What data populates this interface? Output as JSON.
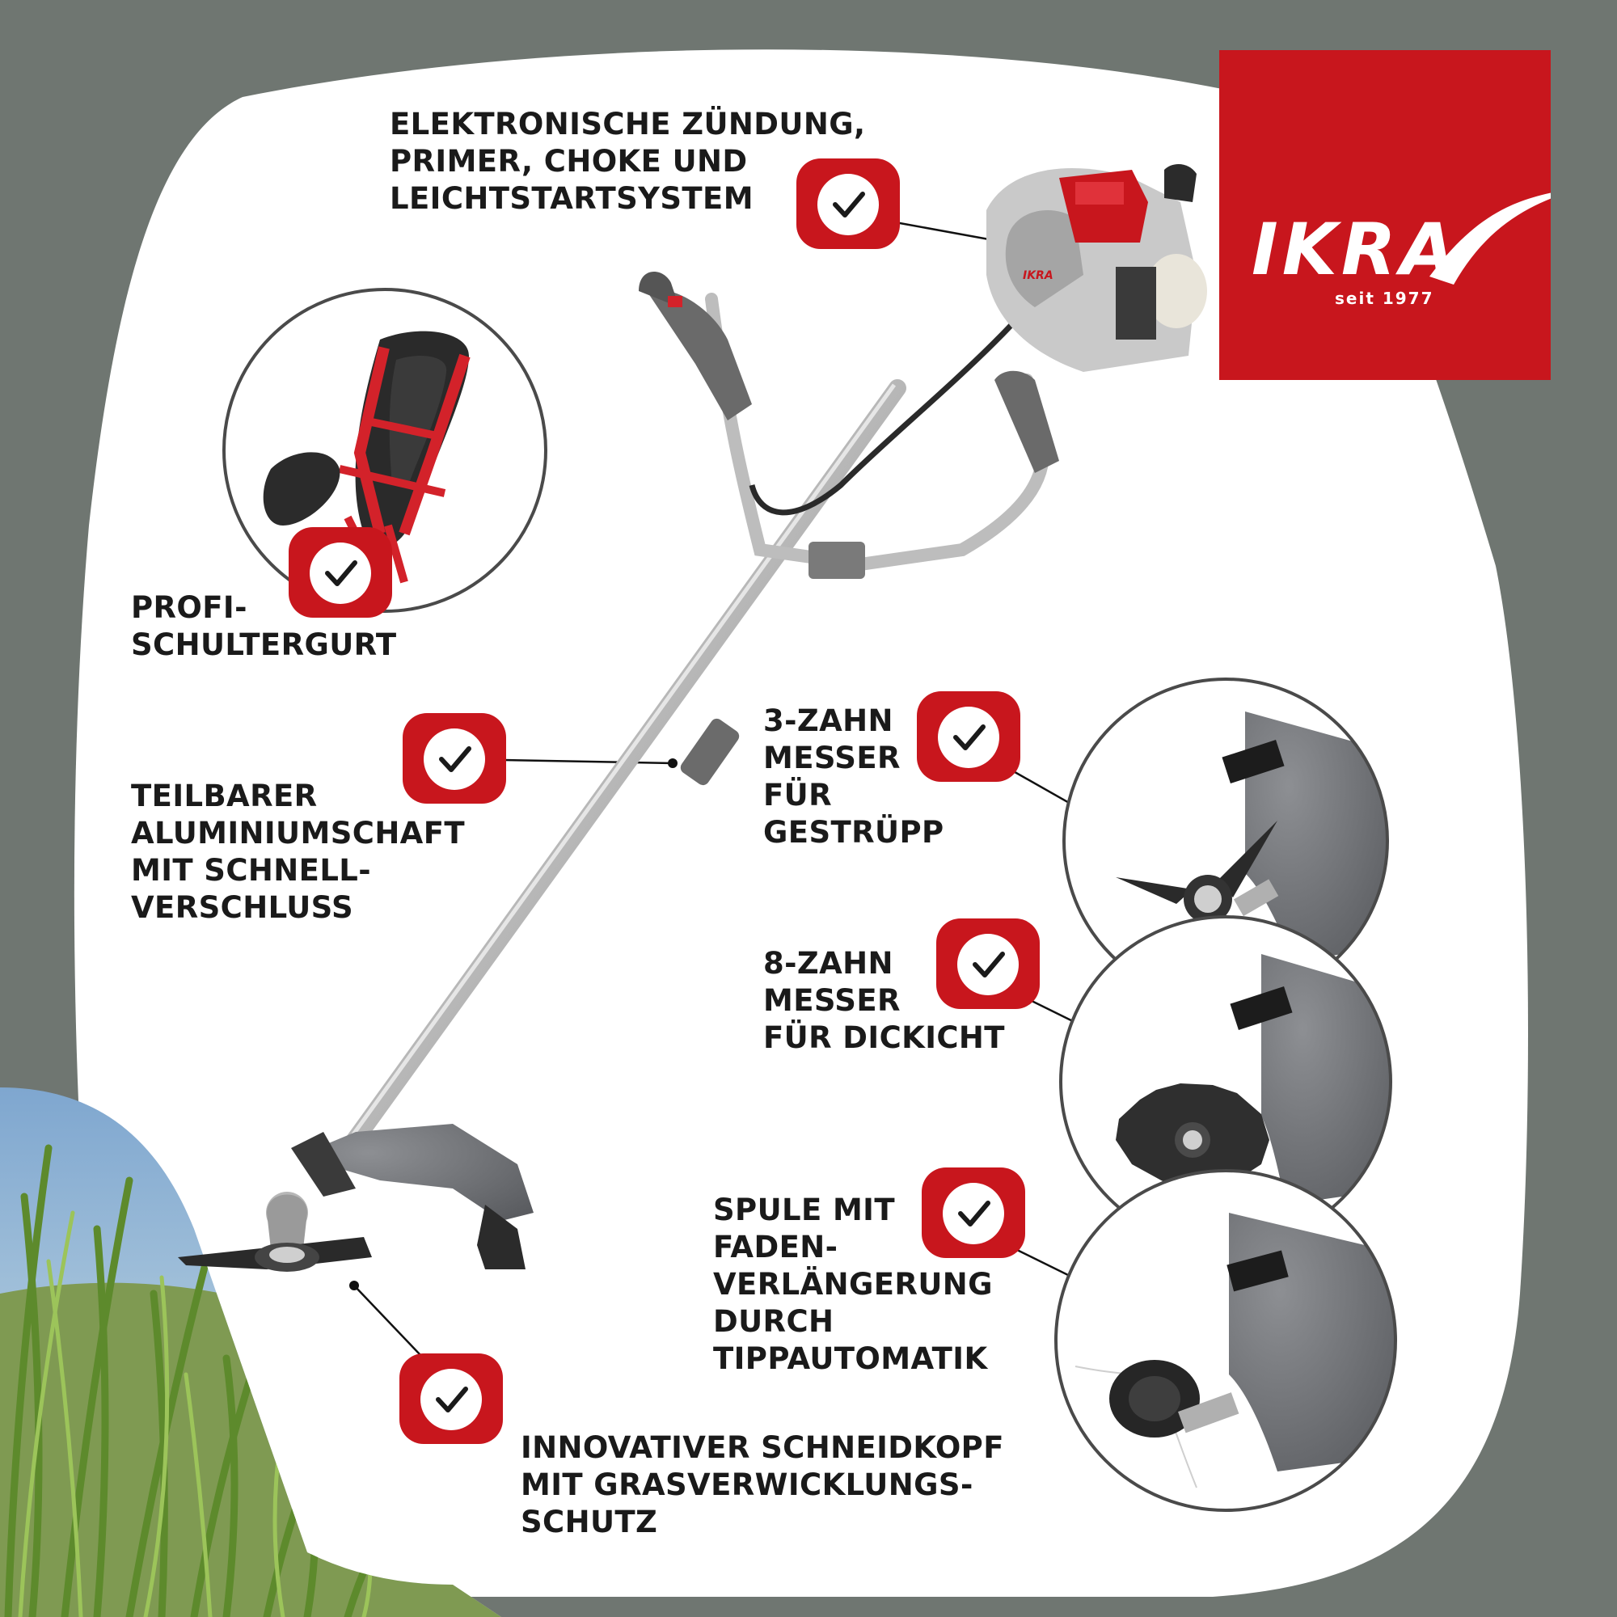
{
  "brand": {
    "name": "IKRA",
    "tagline": "seit 1977"
  },
  "features": {
    "ignition": [
      "ELEKTRONISCHE ZÜNDUNG,",
      "PRIMER, CHOKE UND",
      "LEICHTSTARTSYSTEM"
    ],
    "harness": [
      "PROFI-",
      "SCHULTERGURT"
    ],
    "shaft": [
      "TEILBARER",
      "ALUMINIUMSCHAFT",
      "MIT SCHNELL-",
      "VERSCHLUSS"
    ],
    "blade3": [
      "3-ZAHN",
      "MESSER",
      "FÜR",
      "GESTRÜPP"
    ],
    "blade8": [
      "8-ZAHN",
      "MESSER",
      "FÜR DICKICHT"
    ],
    "spool": [
      "SPULE MIT",
      "FADEN-",
      "VERLÄNGERUNG",
      "DURCH",
      "TIPPAUTOMATIK"
    ],
    "head": [
      "INNOVATIVER SCHNEIDKOPF",
      "MIT GRASVERWICKLUNGS-",
      "SCHUTZ"
    ]
  },
  "colors": {
    "background": "#6f7671",
    "panel": "#ffffff",
    "accent": "#c8161d",
    "text": "#1a1a1a"
  }
}
